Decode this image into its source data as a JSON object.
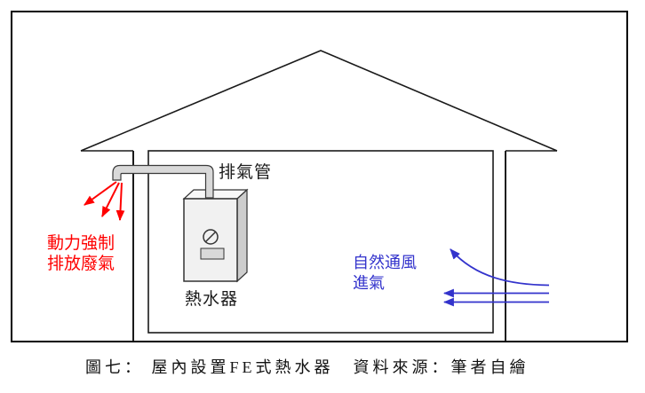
{
  "figure": {
    "caption": "圖七： 屋內設置FE式熱水器　資料來源：筆者自繪"
  },
  "labels": {
    "exhaust_pipe": "排氣管",
    "water_heater": "熱水器",
    "forced_exhaust": {
      "line1": "動力強制",
      "line2": "排放廢氣"
    },
    "natural_intake": {
      "line1": "自然通風",
      "line2": "進氣"
    }
  },
  "colors": {
    "outline": "#000000",
    "forced_exhaust_arrows": "#ff0000",
    "natural_intake_arrows": "#3333cc",
    "pipe_fill": "#d9d9d9",
    "heater_front": "#f1f1f1",
    "heater_side": "#cdcdcd",
    "heater_top": "#f8f8f8"
  }
}
